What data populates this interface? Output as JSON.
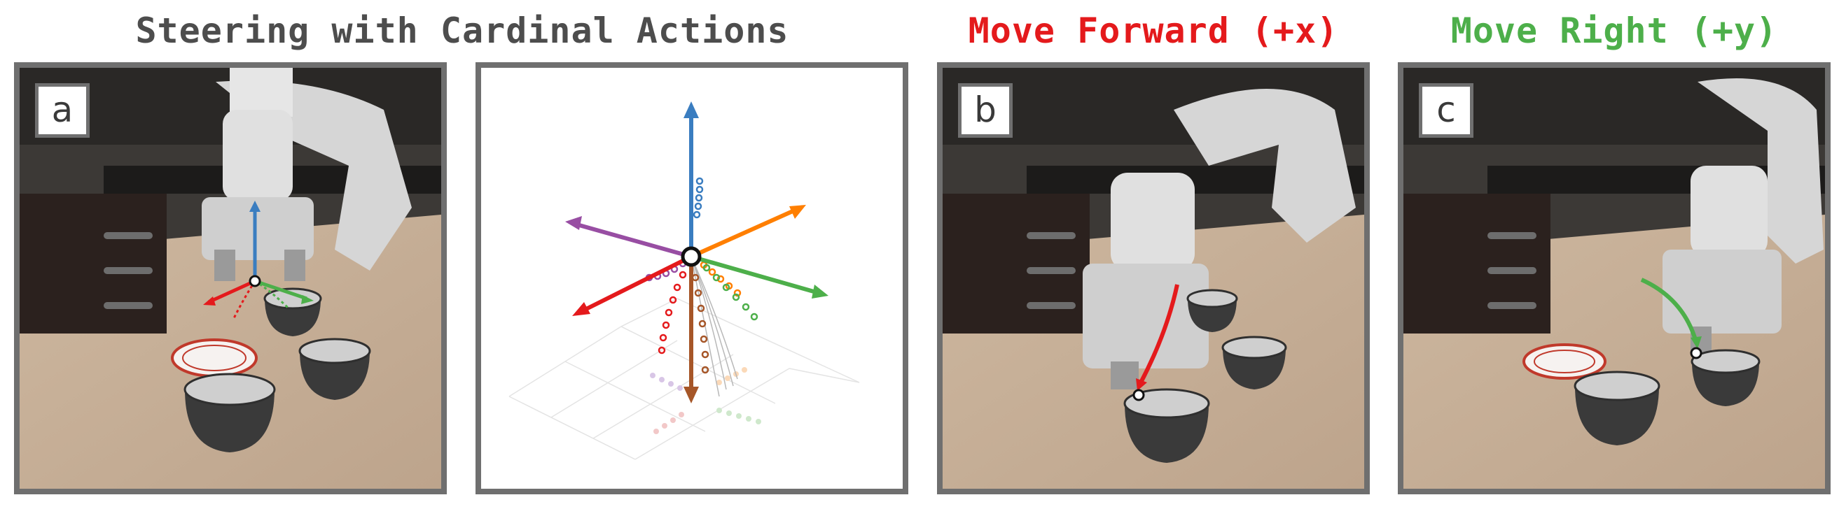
{
  "titles": {
    "steering": "Steering with Cardinal Actions",
    "forward": "Move Forward (+x)",
    "right": "Move Right (+y)"
  },
  "panel_labels": {
    "a": "a",
    "b": "b",
    "c": "c"
  },
  "colors": {
    "title_gray": "#4d4d4d",
    "forward_red": "#e41a1c",
    "right_green": "#4daf4a",
    "up_blue": "#3a7dc0",
    "purple": "#984ea3",
    "orange": "#ff7f00",
    "brown": "#a65628",
    "frame_gray": "#6f6f6f"
  }
}
